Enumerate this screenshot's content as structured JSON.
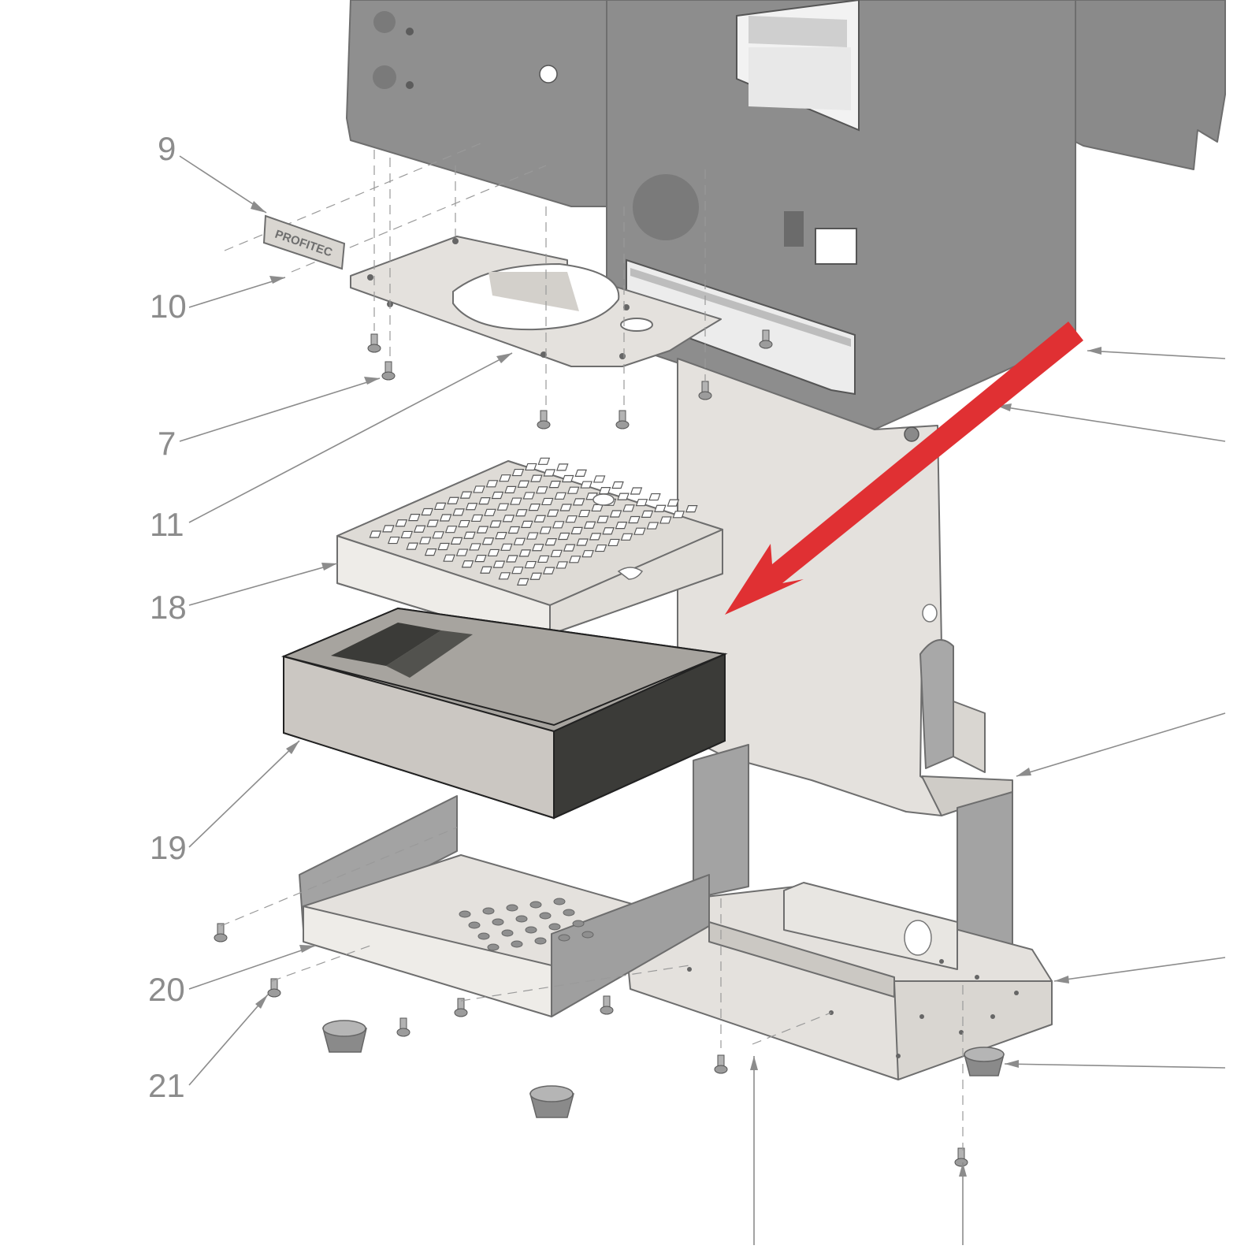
{
  "diagram": {
    "callouts": [
      {
        "id": "9",
        "label": "9"
      },
      {
        "id": "10",
        "label": "10"
      },
      {
        "id": "7",
        "label": "7"
      },
      {
        "id": "11",
        "label": "11"
      },
      {
        "id": "18",
        "label": "18"
      },
      {
        "id": "19",
        "label": "19"
      },
      {
        "id": "20",
        "label": "20"
      },
      {
        "id": "21",
        "label": "21"
      }
    ],
    "nameplate_text": "PROFITEC",
    "colors": {
      "body_dark": "#8f8f8f",
      "body_mid": "#a3a3a3",
      "sheet_light": "#e4e1dd",
      "tray_dark": "#3b3b38",
      "tray_light": "#cbc7c2",
      "highlight_arrow": "#e03033",
      "callout_text": "#8c8c8c"
    }
  }
}
